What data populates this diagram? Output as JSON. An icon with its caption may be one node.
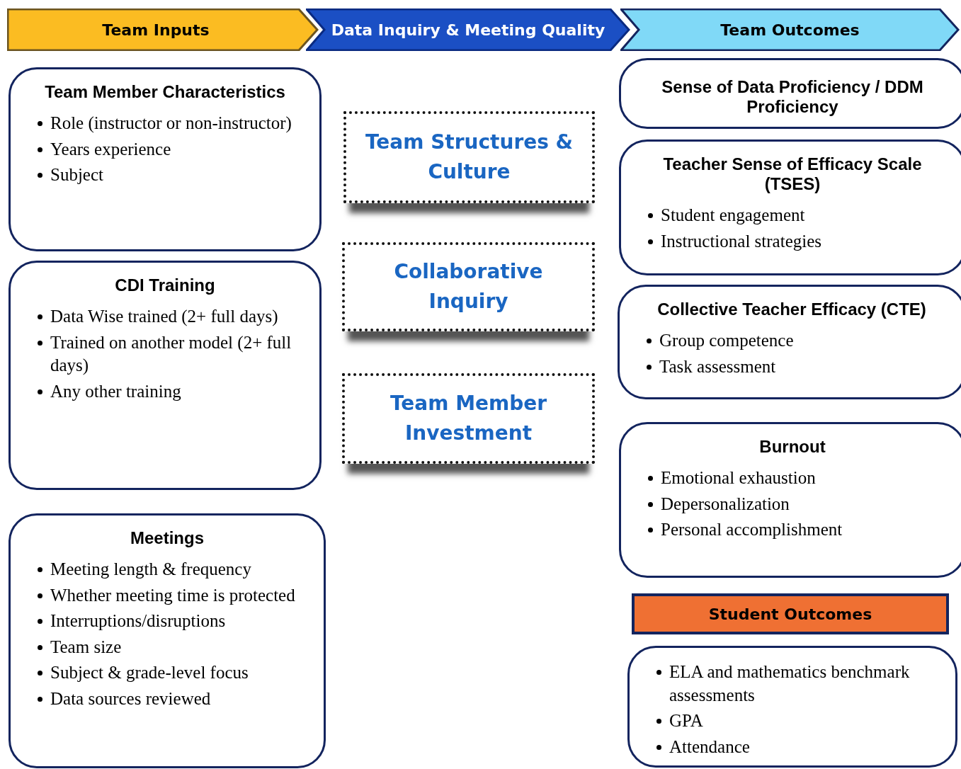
{
  "diagram": {
    "nodes": [
      {
        "text": [
          "Team Inputs"
        ]
      },
      {
        "text": [
          "Data Inquiry & Meeting Quality"
        ]
      },
      {
        "text": [
          "Team Outcomes"
        ]
      },
      {
        "text": [
          "Team Member Characteristics",
          "Role (instructor or non-instructor)",
          "Years experience",
          "Subject"
        ]
      },
      {
        "text": [
          "CDI Training",
          "Data Wise trained (2+ full days)",
          "Trained on another model (2+ full days)",
          "Any other training"
        ]
      },
      {
        "text": [
          "Meetings",
          "Meeting length & frequency",
          "Whether meeting time is protected",
          "Interruptions/disruptions",
          "Team size",
          "Subject & grade-level focus",
          "Data sources reviewed"
        ]
      },
      {
        "text": [
          "Team Structures & Culture"
        ]
      },
      {
        "text": [
          "Collaborative Inquiry"
        ]
      },
      {
        "text": [
          "Team Member Investment"
        ]
      },
      {
        "text": [
          "Sense of Data Proficiency / DDM Proficiency"
        ]
      },
      {
        "text": [
          "Teacher Sense of Efficacy Scale (TSES)",
          "Student engagement",
          "Instructional strategies"
        ]
      },
      {
        "text": [
          "Collective Teacher Efficacy (CTE)",
          "Group competence",
          "Task assessment"
        ]
      },
      {
        "text": [
          "Burnout",
          "Emotional exhaustion",
          "Depersonalization",
          "Personal accomplishment"
        ]
      },
      {
        "text": [
          "Student Outcomes"
        ]
      },
      {
        "text": [
          "ELA and mathematics benchmark assessments",
          "GPA",
          "Attendance"
        ]
      }
    ]
  }
}
